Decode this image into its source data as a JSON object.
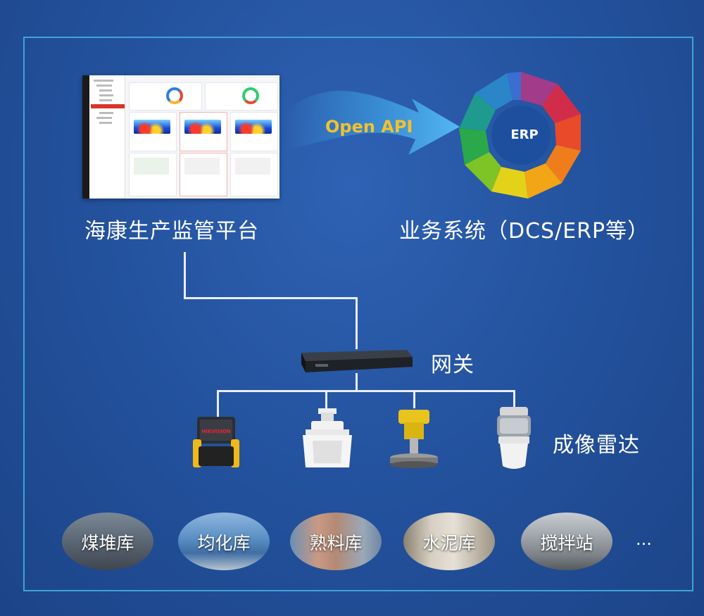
{
  "api_label": "Open API",
  "erp_label": "ERP",
  "platform_label": "海康生产监管平台",
  "business_label": "业务系统（DCS/ERP等）",
  "gateway_label": "网关",
  "radar_label": "成像雷达",
  "sensor_brand": "HIKVISION",
  "sites": [
    {
      "label": "煤堆库"
    },
    {
      "label": "均化库"
    },
    {
      "label": "熟料库"
    },
    {
      "label": "水泥库"
    },
    {
      "label": "搅拌站"
    }
  ],
  "more_label": "...",
  "colors": {
    "background": "#24539f",
    "frame_border": "#3fa3d8",
    "api_text": "#f2c12e",
    "arrow": "#3fa6e6",
    "wire": "#e8eef8"
  },
  "icons": [
    "dashboard-screenshot",
    "open-api-arrow",
    "erp-wheel",
    "gateway-device",
    "radar-sensor"
  ]
}
